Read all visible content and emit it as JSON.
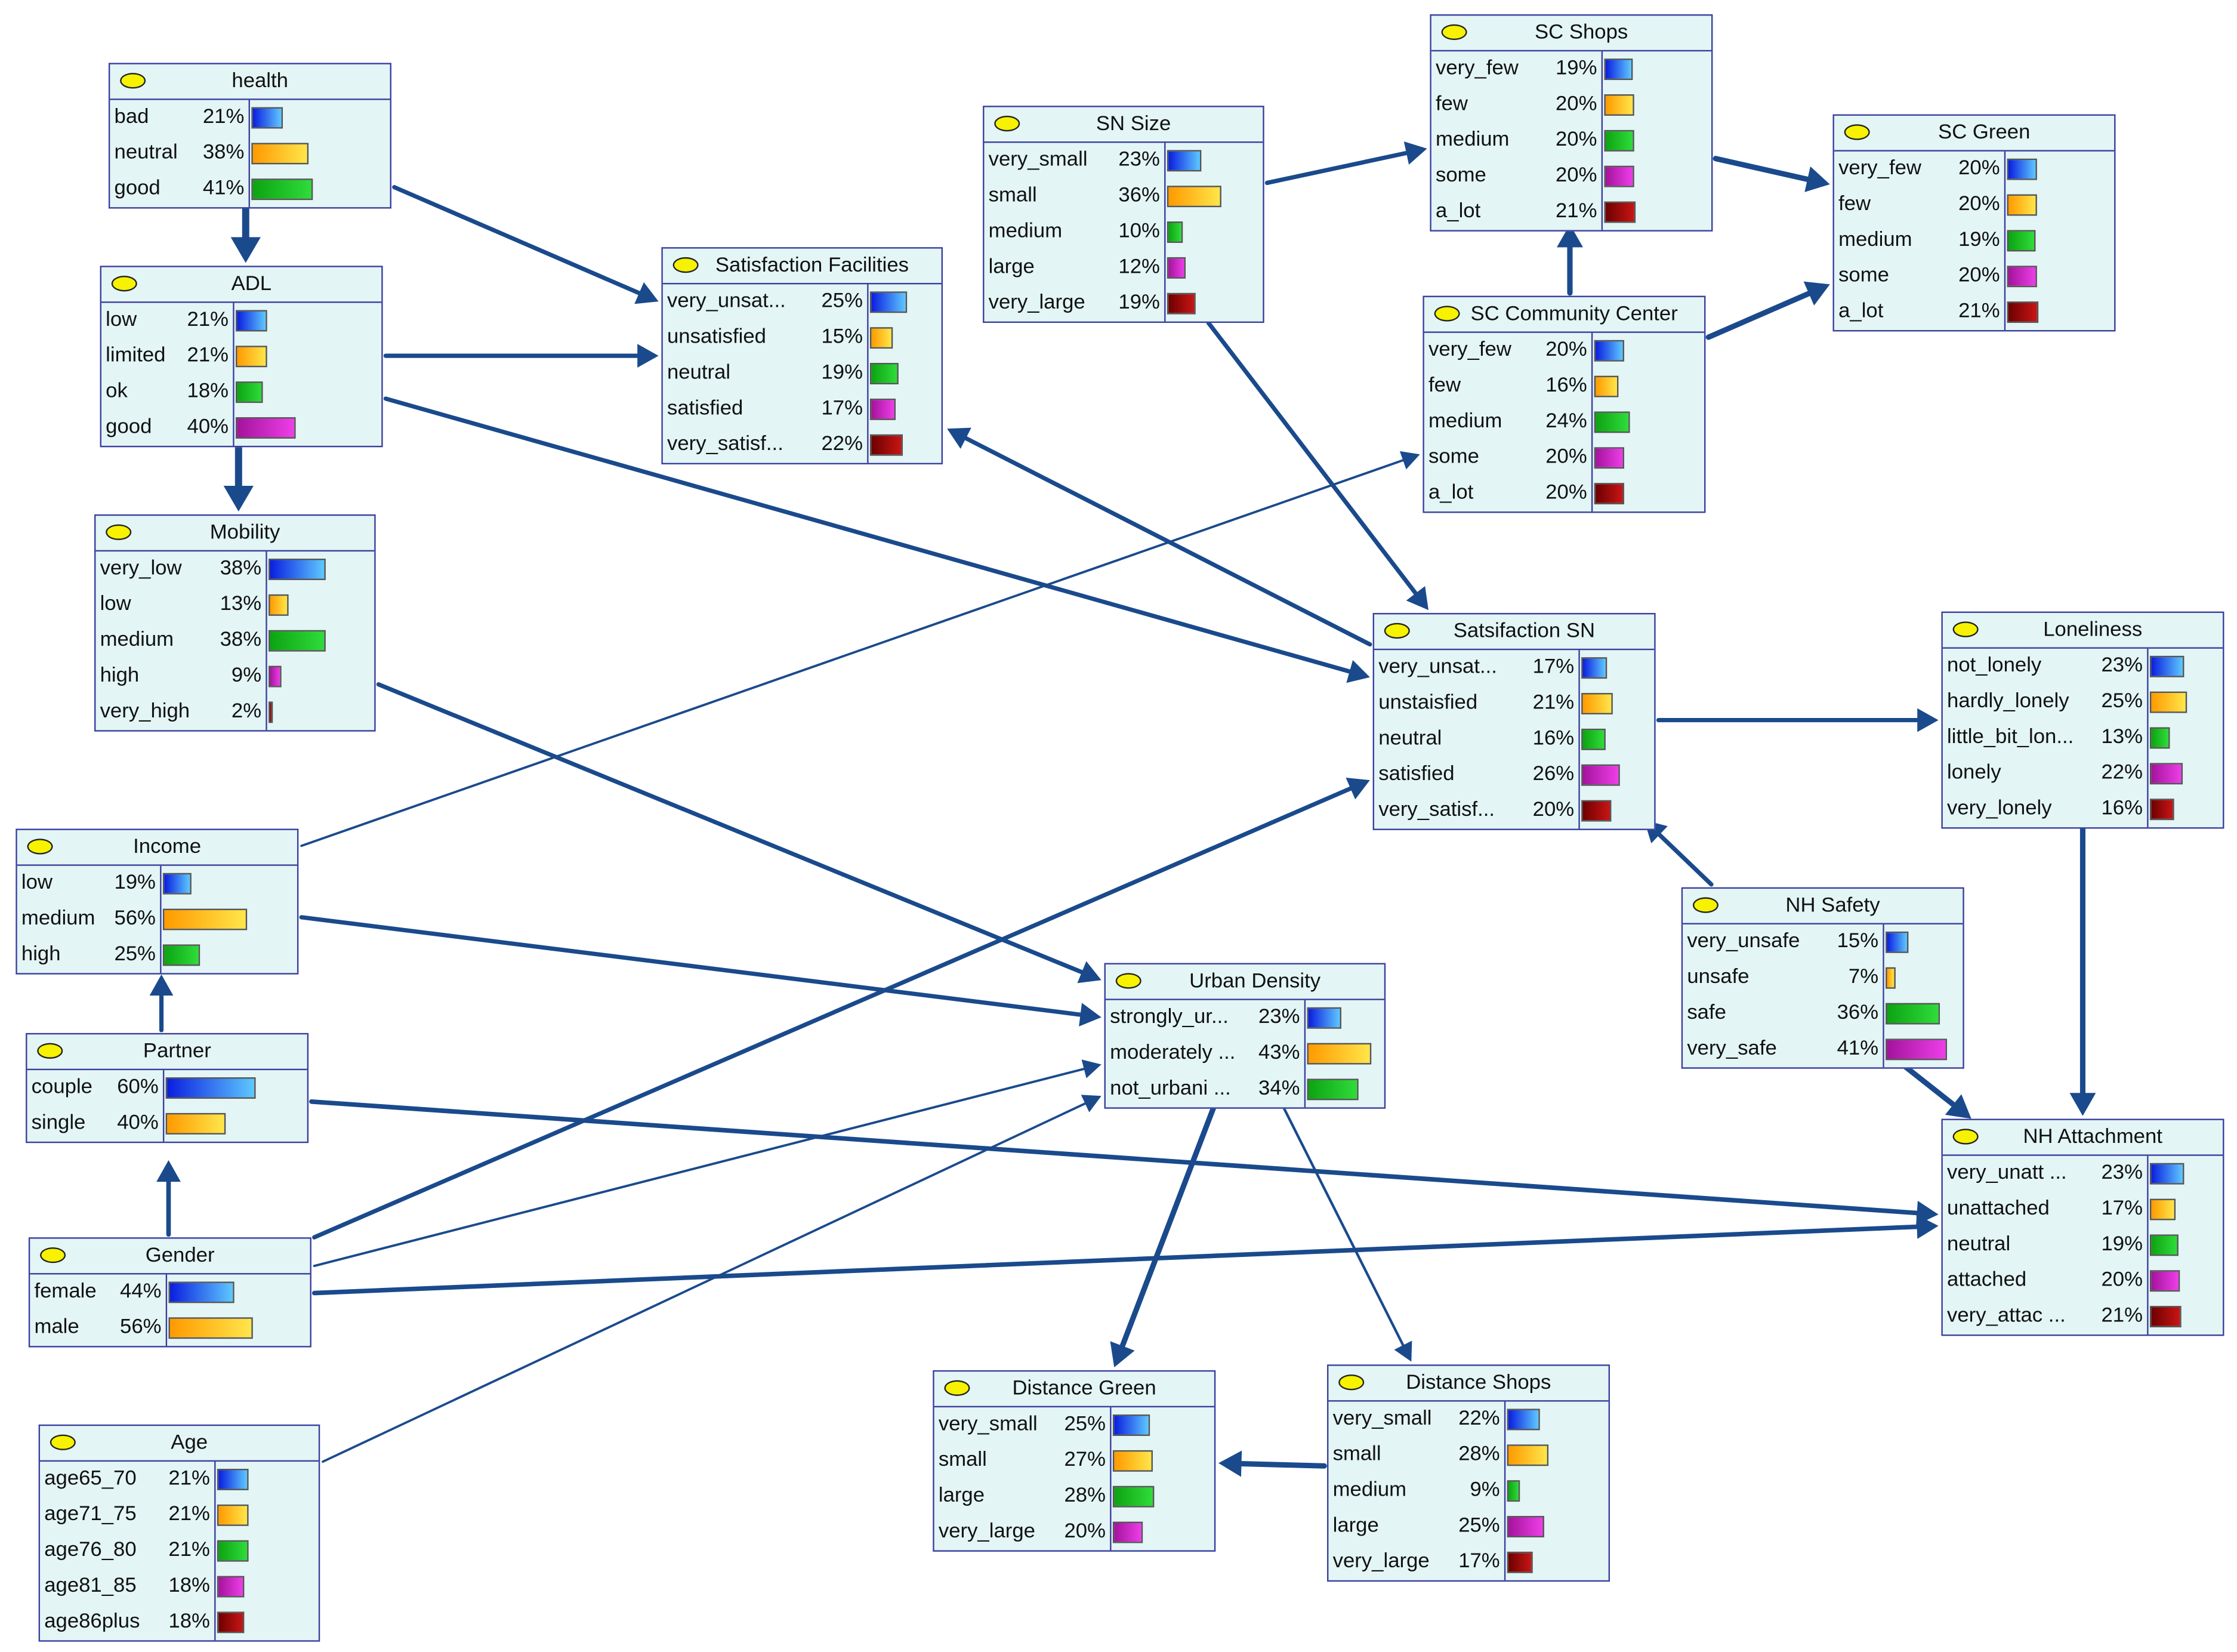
{
  "colors": {
    "edge": "#1a4a8c",
    "node_border": "#3b3f9e",
    "node_bg": "#e3f5f5",
    "bulb": "#f6f200",
    "state_colors": [
      {
        "grad_from": "#0a1ee0",
        "grad_to": "#5ec8ff"
      },
      {
        "grad_from": "#ff9a00",
        "grad_to": "#ffe64a"
      },
      {
        "grad_from": "#0da312",
        "grad_to": "#2fdc3a"
      },
      {
        "grad_from": "#a4139c",
        "grad_to": "#ee3ee8"
      },
      {
        "grad_from": "#6e0000",
        "grad_to": "#c81515"
      }
    ]
  },
  "nodes": [
    {
      "id": "health",
      "title": "health",
      "states": [
        {
          "name": "bad",
          "pct": "21%",
          "value": 21
        },
        {
          "name": "neutral",
          "pct": "38%",
          "value": 38
        },
        {
          "name": "good",
          "pct": "41%",
          "value": 41
        }
      ]
    },
    {
      "id": "adl",
      "title": "ADL",
      "states": [
        {
          "name": "low",
          "pct": "21%",
          "value": 21
        },
        {
          "name": "limited",
          "pct": "21%",
          "value": 21
        },
        {
          "name": "ok",
          "pct": "18%",
          "value": 18
        },
        {
          "name": "good",
          "pct": "40%",
          "value": 40,
          "color_index": 3
        }
      ]
    },
    {
      "id": "mobility",
      "title": "Mobility",
      "states": [
        {
          "name": "very_low",
          "pct": "38%",
          "value": 38
        },
        {
          "name": "low",
          "pct": "13%",
          "value": 13
        },
        {
          "name": "medium",
          "pct": "38%",
          "value": 38
        },
        {
          "name": "high",
          "pct": "9%",
          "value": 9
        },
        {
          "name": "very_high",
          "pct": "2%",
          "value": 2
        }
      ]
    },
    {
      "id": "income",
      "title": "Income",
      "states": [
        {
          "name": "low",
          "pct": "19%",
          "value": 19
        },
        {
          "name": "medium",
          "pct": "56%",
          "value": 56
        },
        {
          "name": "high",
          "pct": "25%",
          "value": 25
        }
      ]
    },
    {
      "id": "partner",
      "title": "Partner",
      "states": [
        {
          "name": "couple",
          "pct": "60%",
          "value": 60
        },
        {
          "name": "single",
          "pct": "40%",
          "value": 40
        }
      ]
    },
    {
      "id": "gender",
      "title": "Gender",
      "states": [
        {
          "name": "female",
          "pct": "44%",
          "value": 44
        },
        {
          "name": "male",
          "pct": "56%",
          "value": 56
        }
      ]
    },
    {
      "id": "age",
      "title": "Age",
      "states": [
        {
          "name": "age65_70",
          "pct": "21%",
          "value": 21
        },
        {
          "name": "age71_75",
          "pct": "21%",
          "value": 21
        },
        {
          "name": "age76_80",
          "pct": "21%",
          "value": 21
        },
        {
          "name": "age81_85",
          "pct": "18%",
          "value": 18
        },
        {
          "name": "age86plus",
          "pct": "18%",
          "value": 18
        }
      ]
    },
    {
      "id": "sat_facilities",
      "title": "Satisfaction Facilities",
      "states": [
        {
          "name": "very_unsat...",
          "pct": "25%",
          "value": 25
        },
        {
          "name": "unsatisfied",
          "pct": "15%",
          "value": 15
        },
        {
          "name": "neutral",
          "pct": "19%",
          "value": 19
        },
        {
          "name": "satisfied",
          "pct": "17%",
          "value": 17
        },
        {
          "name": "very_satisf...",
          "pct": "22%",
          "value": 22
        }
      ]
    },
    {
      "id": "sn_size",
      "title": "SN Size",
      "states": [
        {
          "name": "very_small",
          "pct": "23%",
          "value": 23
        },
        {
          "name": "small",
          "pct": "36%",
          "value": 36
        },
        {
          "name": "medium",
          "pct": "10%",
          "value": 10
        },
        {
          "name": "large",
          "pct": "12%",
          "value": 12
        },
        {
          "name": "very_large",
          "pct": "19%",
          "value": 19
        }
      ]
    },
    {
      "id": "sc_shops",
      "title": "SC Shops",
      "states": [
        {
          "name": "very_few",
          "pct": "19%",
          "value": 19
        },
        {
          "name": "few",
          "pct": "20%",
          "value": 20
        },
        {
          "name": "medium",
          "pct": "20%",
          "value": 20
        },
        {
          "name": "some",
          "pct": "20%",
          "value": 20
        },
        {
          "name": "a_lot",
          "pct": "21%",
          "value": 21
        }
      ]
    },
    {
      "id": "sc_green",
      "title": "SC Green",
      "states": [
        {
          "name": "very_few",
          "pct": "20%",
          "value": 20
        },
        {
          "name": "few",
          "pct": "20%",
          "value": 20
        },
        {
          "name": "medium",
          "pct": "19%",
          "value": 19
        },
        {
          "name": "some",
          "pct": "20%",
          "value": 20
        },
        {
          "name": "a_lot",
          "pct": "21%",
          "value": 21
        }
      ]
    },
    {
      "id": "sc_community",
      "title": "SC Community Center",
      "states": [
        {
          "name": "very_few",
          "pct": "20%",
          "value": 20
        },
        {
          "name": "few",
          "pct": "16%",
          "value": 16
        },
        {
          "name": "medium",
          "pct": "24%",
          "value": 24
        },
        {
          "name": "some",
          "pct": "20%",
          "value": 20
        },
        {
          "name": "a_lot",
          "pct": "20%",
          "value": 20
        }
      ]
    },
    {
      "id": "sat_sn",
      "title": "Satsifaction SN",
      "states": [
        {
          "name": "very_unsat...",
          "pct": "17%",
          "value": 17
        },
        {
          "name": "unstaisfied",
          "pct": "21%",
          "value": 21
        },
        {
          "name": "neutral",
          "pct": "16%",
          "value": 16
        },
        {
          "name": "satisfied",
          "pct": "26%",
          "value": 26
        },
        {
          "name": "very_satisf...",
          "pct": "20%",
          "value": 20
        }
      ]
    },
    {
      "id": "loneliness",
      "title": "Loneliness",
      "states": [
        {
          "name": "not_lonely",
          "pct": "23%",
          "value": 23
        },
        {
          "name": "hardly_lonely",
          "pct": "25%",
          "value": 25
        },
        {
          "name": "little_bit_lon...",
          "pct": "13%",
          "value": 13
        },
        {
          "name": "lonely",
          "pct": "22%",
          "value": 22
        },
        {
          "name": "very_lonely",
          "pct": "16%",
          "value": 16
        }
      ]
    },
    {
      "id": "nh_safety",
      "title": "NH Safety",
      "states": [
        {
          "name": "very_unsafe",
          "pct": "15%",
          "value": 15
        },
        {
          "name": "unsafe",
          "pct": "7%",
          "value": 7
        },
        {
          "name": "safe",
          "pct": "36%",
          "value": 36
        },
        {
          "name": "very_safe",
          "pct": "41%",
          "value": 41
        }
      ]
    },
    {
      "id": "urban_density",
      "title": "Urban Density",
      "states": [
        {
          "name": "strongly_ur...",
          "pct": "23%",
          "value": 23
        },
        {
          "name": "moderately ...",
          "pct": "43%",
          "value": 43
        },
        {
          "name": "not_urbani ...",
          "pct": "34%",
          "value": 34
        }
      ]
    },
    {
      "id": "nh_attachment",
      "title": "NH Attachment",
      "states": [
        {
          "name": "very_unatt ...",
          "pct": "23%",
          "value": 23
        },
        {
          "name": "unattached",
          "pct": "17%",
          "value": 17
        },
        {
          "name": "neutral",
          "pct": "19%",
          "value": 19
        },
        {
          "name": "attached",
          "pct": "20%",
          "value": 20
        },
        {
          "name": "very_attac ...",
          "pct": "21%",
          "value": 21
        }
      ]
    },
    {
      "id": "distance_green",
      "title": "Distance Green",
      "states": [
        {
          "name": "very_small",
          "pct": "25%",
          "value": 25
        },
        {
          "name": "small",
          "pct": "27%",
          "value": 27
        },
        {
          "name": "large",
          "pct": "28%",
          "value": 28
        },
        {
          "name": "very_large",
          "pct": "20%",
          "value": 20,
          "color_index": 3
        }
      ]
    },
    {
      "id": "distance_shops",
      "title": "Distance Shops",
      "states": [
        {
          "name": "very_small",
          "pct": "22%",
          "value": 22
        },
        {
          "name": "small",
          "pct": "28%",
          "value": 28
        },
        {
          "name": "medium",
          "pct": "9%",
          "value": 9
        },
        {
          "name": "large",
          "pct": "25%",
          "value": 25
        },
        {
          "name": "very_large",
          "pct": "17%",
          "value": 17
        }
      ]
    }
  ],
  "edges": [
    {
      "from": "health",
      "to": "adl"
    },
    {
      "from": "health",
      "to": "sat_facilities"
    },
    {
      "from": "adl",
      "to": "mobility"
    },
    {
      "from": "adl",
      "to": "sat_facilities"
    },
    {
      "from": "adl",
      "to": "sat_sn"
    },
    {
      "from": "mobility",
      "to": "urban_density"
    },
    {
      "from": "income",
      "to": "sc_community"
    },
    {
      "from": "income",
      "to": "urban_density"
    },
    {
      "from": "partner",
      "to": "income"
    },
    {
      "from": "partner",
      "to": "nh_attachment"
    },
    {
      "from": "gender",
      "to": "partner"
    },
    {
      "from": "gender",
      "to": "sat_sn"
    },
    {
      "from": "gender",
      "to": "urban_density"
    },
    {
      "from": "gender",
      "to": "nh_attachment"
    },
    {
      "from": "age",
      "to": "urban_density"
    },
    {
      "from": "sn_size",
      "to": "sc_shops"
    },
    {
      "from": "sn_size",
      "to": "sat_sn"
    },
    {
      "from": "sc_shops",
      "to": "sc_green"
    },
    {
      "from": "sc_community",
      "to": "sc_shops"
    },
    {
      "from": "sc_community",
      "to": "sc_green"
    },
    {
      "from": "sat_sn",
      "to": "sat_facilities"
    },
    {
      "from": "sat_sn",
      "to": "loneliness"
    },
    {
      "from": "loneliness",
      "to": "nh_attachment"
    },
    {
      "from": "nh_safety",
      "to": "sat_sn"
    },
    {
      "from": "nh_safety",
      "to": "nh_attachment"
    },
    {
      "from": "urban_density",
      "to": "distance_green"
    },
    {
      "from": "urban_density",
      "to": "distance_shops"
    },
    {
      "from": "distance_shops",
      "to": "distance_green"
    }
  ]
}
